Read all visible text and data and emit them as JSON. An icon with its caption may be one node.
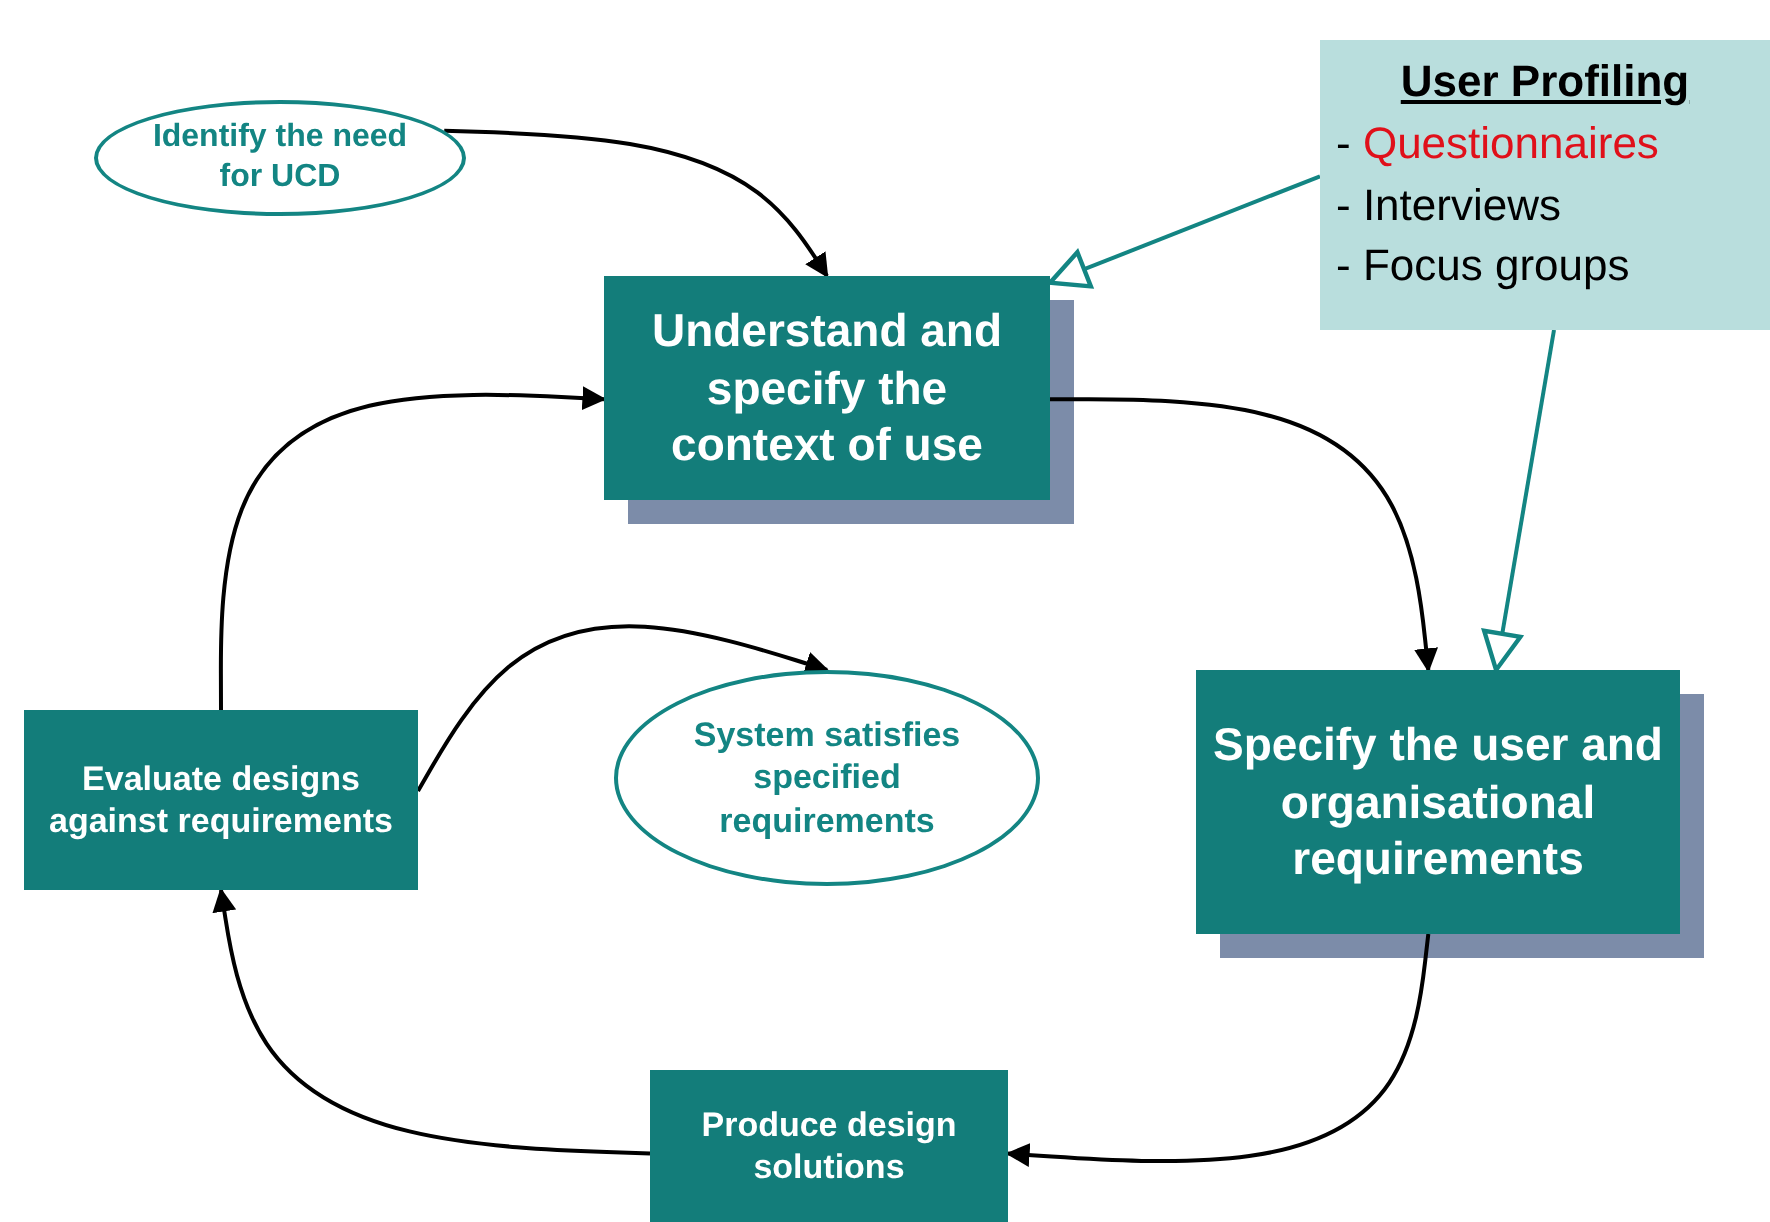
{
  "diagram": {
    "nodes": [
      {
        "text": [
          "Identify the need for UCD"
        ]
      },
      {
        "text": [
          "User Profiling",
          "- Questionnaires",
          "- Interviews",
          "- Focus groups"
        ]
      },
      {
        "text": [
          "Understand and specify the context of use"
        ]
      },
      {
        "text": [
          "Specify the user and organisational requirements"
        ]
      },
      {
        "text": [
          "Produce design solutions"
        ]
      },
      {
        "text": [
          "Evaluate designs against requirements"
        ]
      },
      {
        "text": [
          "System satisfies specified requirements"
        ]
      }
    ],
    "edges": [
      {
        "from": 0,
        "to": 2,
        "arrow": "to"
      },
      {
        "from": 1,
        "to": 2,
        "arrow": "to",
        "color": "#138583"
      },
      {
        "from": 1,
        "to": 3,
        "arrow": "to",
        "color": "#138583"
      },
      {
        "from": 2,
        "to": 3,
        "arrow": "to"
      },
      {
        "from": 3,
        "to": 4,
        "arrow": "to"
      },
      {
        "from": 4,
        "to": 5,
        "arrow": "to"
      },
      {
        "from": 5,
        "to": 2,
        "arrow": "to"
      },
      {
        "from": 5,
        "to": 6,
        "arrow": "to"
      }
    ]
  }
}
